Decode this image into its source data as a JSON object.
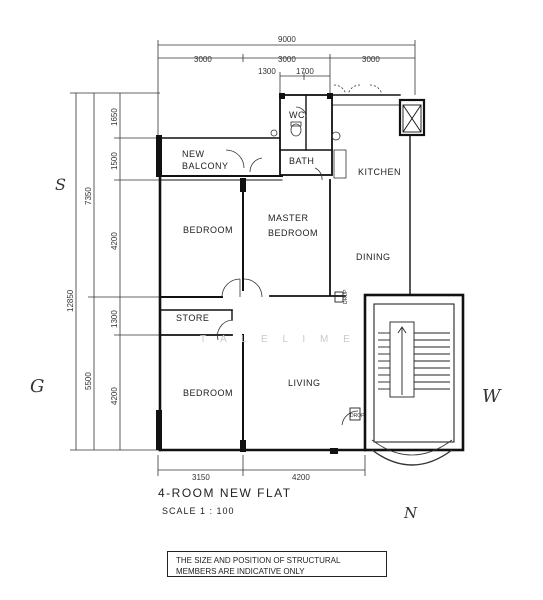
{
  "dimensions": {
    "overall_width": "9000",
    "top_segments": [
      "3000",
      "3000",
      "3000"
    ],
    "top_sub": [
      "1300",
      "1700"
    ],
    "overall_depth": "12850",
    "left_outer": [
      "7350",
      "5500"
    ],
    "left_inner": [
      "1650",
      "1500",
      "4200",
      "1300",
      "4200"
    ],
    "bottom_segments": [
      "3150",
      "4200"
    ]
  },
  "rooms": {
    "wc": "WC",
    "new_balcony_1": "NEW",
    "new_balcony_2": "BALCONY",
    "bath": "BATH",
    "kitchen": "KITCHEN",
    "bedroom_top": "BEDROOM",
    "master_1": "MASTER",
    "master_2": "BEDROOM",
    "dining": "DINING",
    "store": "STORE",
    "living": "LIVING",
    "bedroom_bottom": "BEDROOM"
  },
  "markers": {
    "drop_1": "DROP",
    "drop_2": "DROP",
    "watermark": "T A L E L I M E"
  },
  "handwritten": {
    "left_top": "S",
    "left_mid": "G",
    "right": "W",
    "bottom": "N"
  },
  "title": "4-ROOM NEW FLAT",
  "scale": "SCALE 1 : 100",
  "note_line1": "THE SIZE AND POSITION OF STRUCTURAL",
  "note_line2": "MEMBERS ARE INDICATIVE ONLY"
}
